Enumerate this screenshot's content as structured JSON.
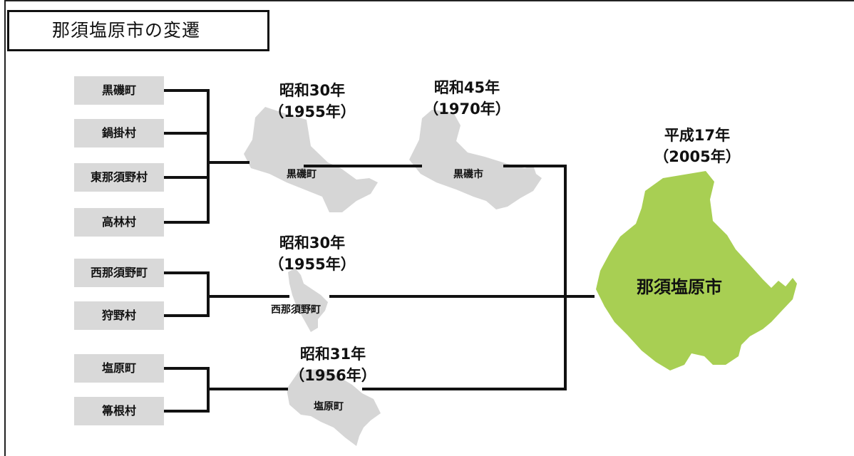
{
  "title": "那須塩原市の変遷",
  "sources": {
    "kurobiso_town": "黒磯町",
    "nabekake_village": "鍋掛村",
    "higashinasuno_village": "東那須野村",
    "takabayashi_village": "高林村",
    "nishinasuno_town": "西那須野町",
    "karino_village": "狩野村",
    "shiobara_town": "塩原町",
    "hakone_village": "箒根村"
  },
  "mergers": [
    {
      "era_line1": "昭和30年",
      "era_line2": "（1955年）",
      "result": "黒磯町"
    },
    {
      "era_line1": "昭和45年",
      "era_line2": "（1970年）",
      "result": "黒磯市"
    },
    {
      "era_line1": "昭和30年",
      "era_line2": "（1955年）",
      "result": "西那須野町"
    },
    {
      "era_line1": "昭和31年",
      "era_line2": "（1956年）",
      "result": "塩原町"
    }
  ],
  "final": {
    "era_line1": "平成17年",
    "era_line2": "（2005年）",
    "name": "那須塩原市"
  },
  "colors": {
    "source_box": "#d9d9d9",
    "map_gray": "#d6d6d6",
    "final_green": "#a8cf53",
    "line": "#111111"
  }
}
